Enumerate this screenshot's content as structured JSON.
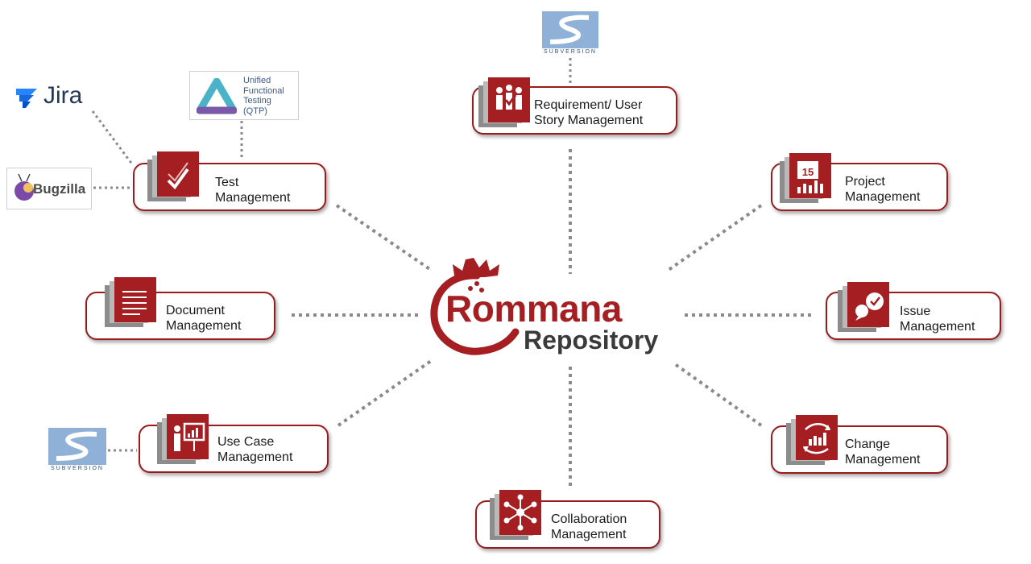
{
  "brand": {
    "name": "Rommana",
    "subtitle": "Repository",
    "color": "#a41e22"
  },
  "nodes": {
    "requirement": {
      "label": "Requirement/ User\nStory Management",
      "icon": "team-check-icon"
    },
    "test": {
      "label": "Test\nManagement",
      "icon": "document-check-icon"
    },
    "project": {
      "label": "Project\nManagement",
      "icon": "calendar-chart-icon"
    },
    "document": {
      "label": "Document\nManagement",
      "icon": "documents-icon"
    },
    "issue": {
      "label": "Issue\nManagement",
      "icon": "chat-bubbles-icon"
    },
    "usecase": {
      "label": "Use Case\nManagement",
      "icon": "presenter-icon"
    },
    "change": {
      "label": "Change\nManagement",
      "icon": "cycle-chart-icon"
    },
    "collaboration": {
      "label": "Collaboration\nManagement",
      "icon": "network-icon"
    }
  },
  "integrations": {
    "jira": {
      "label": "Jira"
    },
    "bugzilla": {
      "label": "Bugzilla"
    },
    "qtp": {
      "label": "Unified\nFunctional\nTesting\n(QTP)"
    },
    "subversion_top": {
      "label": "SUBVERSION"
    },
    "subversion_left": {
      "label": "SUBVERSION"
    }
  },
  "calendar_day": "15"
}
